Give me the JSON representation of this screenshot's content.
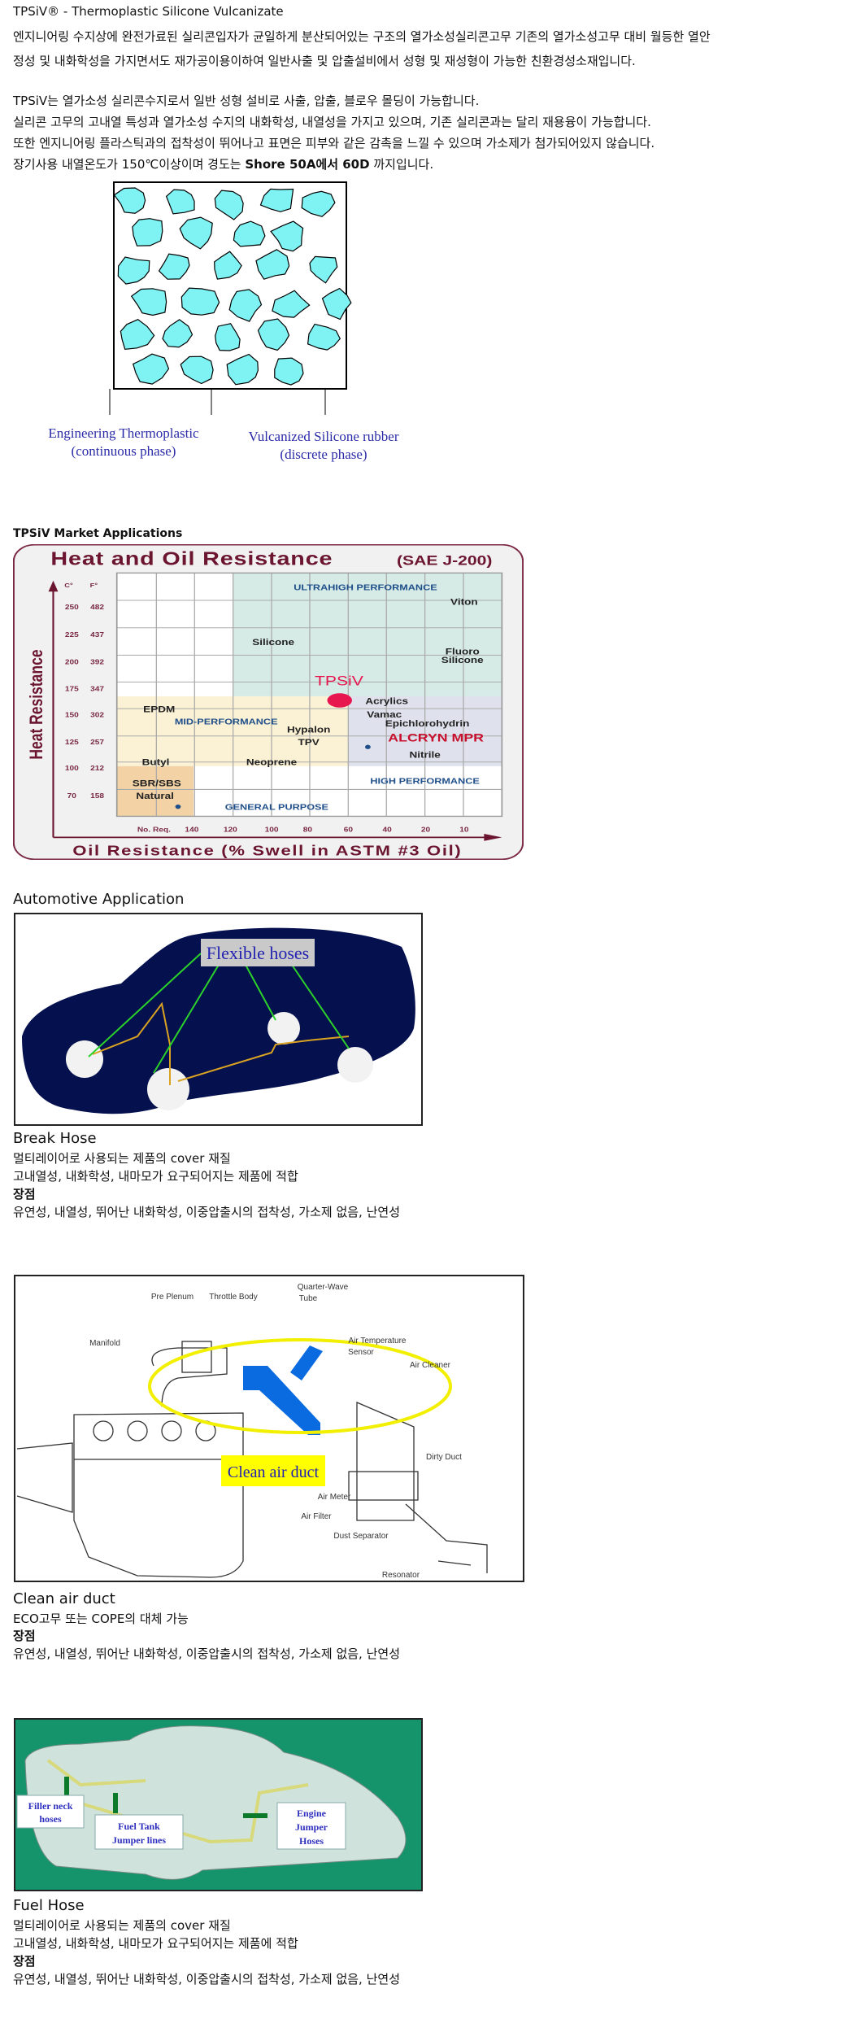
{
  "intro": {
    "title": "TPSiV® - Thermoplastic Silicone Vulcanizate",
    "para1": [
      "엔지니어링 수지상에 완전가료된 실리콘입자가 균일하게 분산되어있는 구조의 열가소성실리콘고무 기존의 열가소성고무 대비 월등한 열안",
      "정성 및 내화학성을 가지면서도 재가공이용이하여 일반사출 및 압출설비에서 성형 및 재성형이 가능한 친환경성소재입니다."
    ],
    "para2": [
      "TPSiV는 열가소성 실리콘수지로서 일반 성형 설비로 사출, 압출, 블로우 몰딩이 가능합니다.",
      "실리콘 고무의 고내열 특성과 열가소성 수지의 내화학성, 내열성을 가지고 있으며, 기존 실리콘과는 달리 재용융이 가능합니다.",
      "또한 엔지니어링 플라스틱과의 접착성이 뛰어나고 표면은 피부와 같은 감촉을 느낄 수 있으며 가소제가 첨가되어있지 않습니다."
    ],
    "para2_last": {
      "prefix": "장기사용 내열온도가 150℃이상이며 경도는 ",
      "bold": "Shore 50A에서 60D",
      "suffix": " 까지입니다."
    }
  },
  "morphology": {
    "label_left": [
      "Engineering Thermoplastic",
      "(continuous phase)"
    ],
    "label_right": [
      "Vulcanized Silicone rubber",
      "(discrete phase)"
    ],
    "matrix_color": "#ffffff",
    "particle_color": "#7ff3f3"
  },
  "market": {
    "heading": "TPSiV  Market Applications",
    "chart_title": "Heat and Oil Resistance",
    "chart_subtitle": "(SAE J-200)",
    "y_axis_label": "Heat Resistance",
    "x_axis_label": "Oil Resistance (% Swell in ASTM #3 Oil)",
    "y_units": [
      "C°",
      "F°"
    ],
    "y_ticks": [
      [
        "250",
        "482"
      ],
      [
        "225",
        "437"
      ],
      [
        "200",
        "392"
      ],
      [
        "175",
        "347"
      ],
      [
        "150",
        "302"
      ],
      [
        "125",
        "257"
      ],
      [
        "100",
        "212"
      ],
      [
        "70",
        "158"
      ]
    ],
    "x_ticks": [
      "No. Req.",
      "140",
      "120",
      "100",
      "80",
      "60",
      "40",
      "20",
      "10"
    ],
    "regions": {
      "ultrahigh": "ULTRAHIGH PERFORMANCE",
      "mid": "MID-PERFORMANCE",
      "high": "HIGH PERFORMANCE",
      "general": "GENERAL PURPOSE"
    },
    "materials": {
      "viton": "Viton",
      "silicone": "Silicone",
      "fluoro1": "Fluoro",
      "fluoro2": "Silicone",
      "tpsiv": "TPSiV",
      "acrylics": "Acrylics",
      "epdm": "EPDM",
      "vamac": "Vamac",
      "epichlorohydrin": "Epichlorohydrin",
      "hypalon": "Hypalon",
      "alcryn": "ALCRYN MPR",
      "tpv": "TPV",
      "nitrile": "Nitrile",
      "butyl": "Butyl",
      "neoprene": "Neoprene",
      "sbr": "SBR/SBS",
      "natural": "Natural"
    },
    "colors": {
      "title": "#6b1530",
      "region_label": "#1f4f8a",
      "tpsiv": "#e8164f",
      "alcryn": "#c8102e",
      "ultrahigh_fill": "#d6ebe6",
      "mid_fill": "#fbf1d4",
      "high_fill": "#dfe2ec",
      "general_fill": "#f3d3a6"
    }
  },
  "automotive": {
    "heading": "Automotive Application",
    "figure_label": "Flexible hoses",
    "title": "Break Hose",
    "lines": [
      "멀티레이어로 사용되는 제품의 cover 재질",
      "고내열성, 내화학성, 내마모가 요구되어지는 제품에 적합"
    ],
    "merit_label": "장점",
    "merits": "유연성, 내열성, 뛰어난 내화학성, 이중압출시의 접착성, 가소제 없음, 난연성"
  },
  "air_duct": {
    "figure_callout": "Clean air duct",
    "parts": {
      "pre_plenum": "Pre Plenum",
      "throttle": "Throttle Body",
      "quarter1": "Quarter-Wave",
      "quarter2": "Tube",
      "manifold": "Manifold",
      "air_temp1": "Air Temperature",
      "air_temp2": "Sensor",
      "air_cleaner": "Air Cleaner",
      "dirty_duct": "Dirty Duct",
      "air_meter": "Air Meter",
      "air_filter": "Air Filter",
      "dust_sep": "Dust Separator",
      "resonator": "Resonator"
    },
    "title": "Clean air duct",
    "lines": [
      "ECO고무 또는 COPE의 대체 가능"
    ],
    "merit_label": "장점",
    "merits": "유연성, 내열성, 뛰어난 내화학성, 이중압출시의 접착성, 가소제 없음, 난연성"
  },
  "fuel": {
    "labels": {
      "filler1": "Filler neck",
      "filler2": "hoses",
      "tank1": "Fuel Tank",
      "tank2": "Jumper lines",
      "engine1": "Engine",
      "engine2": "Jumper",
      "engine3": "Hoses"
    },
    "title": "Fuel Hose",
    "lines": [
      "멀티레이어로 사용되는 제품의 cover 재질",
      "고내열성, 내화학성, 내마모가 요구되어지는 제품에 적합"
    ],
    "merit_label": "장점",
    "merits": "유연성, 내열성, 뛰어난 내화학성, 이중압출시의 접착성, 가소제 없음, 난연성"
  }
}
